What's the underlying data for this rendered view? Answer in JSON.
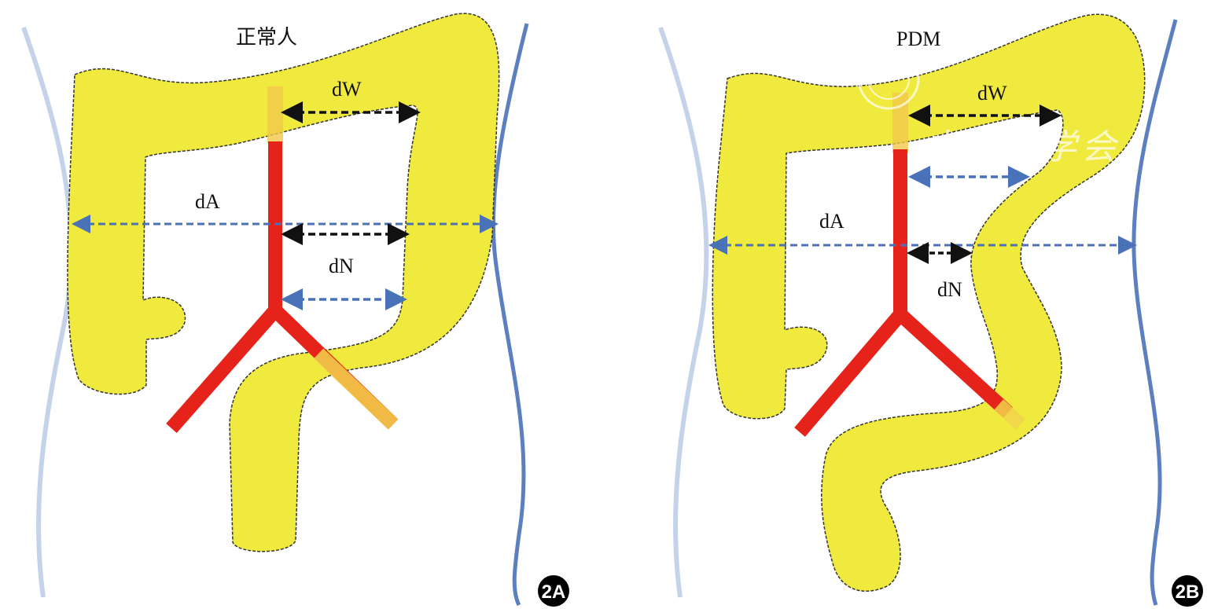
{
  "panels": [
    {
      "id": "2A",
      "title": "正常人",
      "labels": {
        "dW": "dW",
        "dA": "dA",
        "dN": "dN"
      },
      "badge": "2A"
    },
    {
      "id": "2B",
      "title": "PDM",
      "labels": {
        "dW": "dW",
        "dA": "dA",
        "dN": "dN"
      },
      "badge": "2B"
    }
  ],
  "watermark": "中华医学会",
  "colors": {
    "colon": "#F0EA3E",
    "vessel": "#E5231B",
    "blue_arrow": "#4A72B8",
    "black_arrow": "#111111",
    "body_light": "#B8C9E6",
    "body_dark": "#5C7FC0"
  }
}
